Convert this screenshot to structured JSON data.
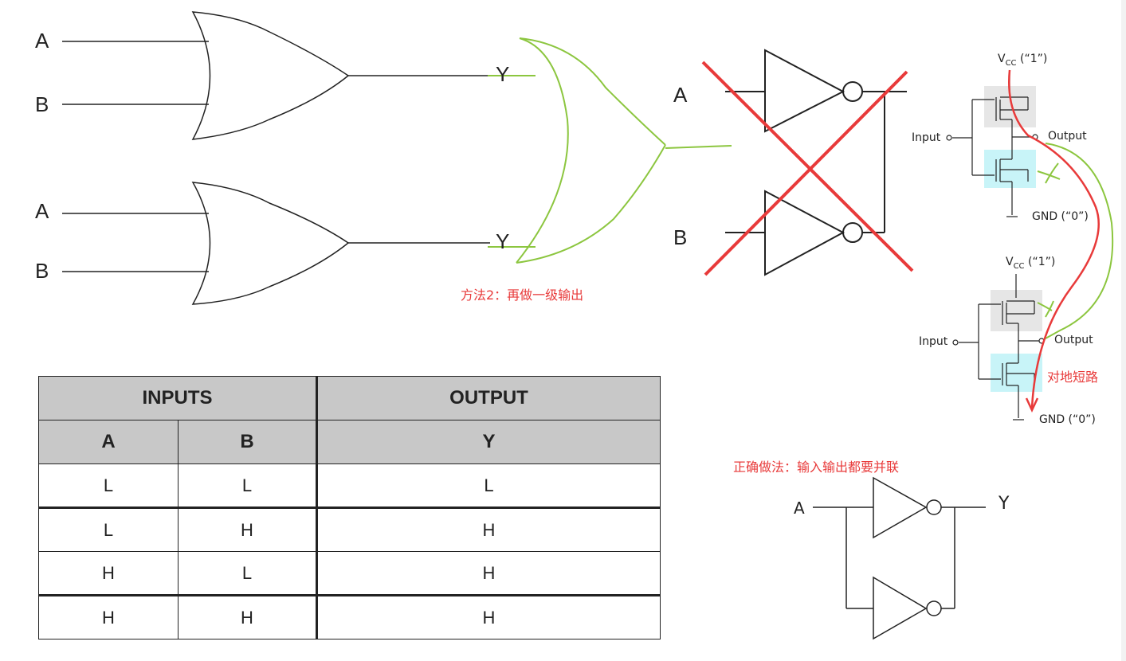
{
  "or_gate_top": {
    "input_a": "A",
    "input_b": "B",
    "output": "Y"
  },
  "or_gate_bottom": {
    "input_a": "A",
    "input_b": "B",
    "output": "Y"
  },
  "method2_note": "方法2：再做一级输出",
  "crossed_inverters": {
    "input_a": "A",
    "input_b": "B"
  },
  "cmos_top": {
    "vcc": "V",
    "vcc_sub": "CC",
    "vcc_val": " (“1”)",
    "input": "Input",
    "output": "Output",
    "gnd": "GND (“0”)"
  },
  "cmos_bottom": {
    "vcc": "V",
    "vcc_sub": "CC",
    "vcc_val": " (“1”)",
    "input": "Input",
    "output": "Output",
    "gnd": "GND (“0”)",
    "short_note": "对地短路"
  },
  "correct_note": "正确做法：输入输出都要并联",
  "parallel_inverters": {
    "input": "A",
    "output": "Y"
  },
  "truth_table": {
    "group_headers": [
      "INPUTS",
      "OUTPUT"
    ],
    "col_headers": [
      "A",
      "B",
      "Y"
    ],
    "rows": [
      [
        "L",
        "L",
        "L"
      ],
      [
        "L",
        "H",
        "H"
      ],
      [
        "H",
        "L",
        "H"
      ],
      [
        "H",
        "H",
        "H"
      ]
    ]
  },
  "colors": {
    "annotation_red": "#e83a3a",
    "sketch_green": "#8cc63f",
    "pmos_bg": "#e6e6e6",
    "nmos_bg": "#c8f4f8"
  }
}
